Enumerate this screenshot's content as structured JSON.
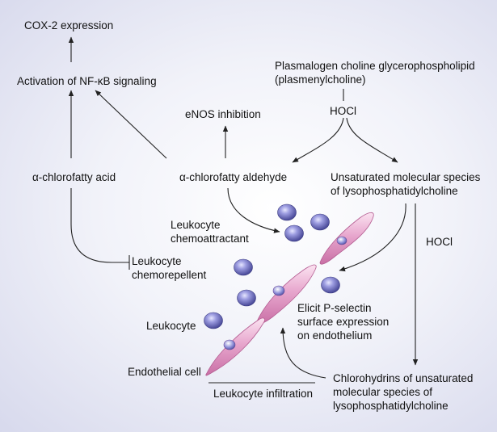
{
  "labels": {
    "cox2": "COX-2 expression",
    "nfkb": "Activation of NF-κB signaling",
    "plasmalogen": "Plasmalogen choline glycerophospholipid\n(plasmenylcholine)",
    "enos": "eNOS inhibition",
    "hocl_top": "HOCl",
    "acid": "α-chlorofatty acid",
    "aldehyde": "α-chlorofatty aldehyde",
    "unsaturated": "Unsaturated molecular species\nof lysophosphatidylcholine",
    "chemoattractant": "Leukocyte\nchemoattractant",
    "hocl_right": "HOCl",
    "chemorepellent": "Leukocyte\nchemorepellent",
    "pselectin": "Elicit P-selectin\nsurface expression\non endothelium",
    "leukocyte": "Leukocyte",
    "endothelial": "Endothelial cell",
    "infiltration": "Leukocyte infiltration",
    "chlorohydrins": "Chlorohydrins of unsaturated\nmolecular species of\nlysophosphatidylcholine"
  },
  "colors": {
    "arrow": "#222222",
    "leukocyte": "#5a5aa8",
    "endothelial": "#d98ab8"
  }
}
